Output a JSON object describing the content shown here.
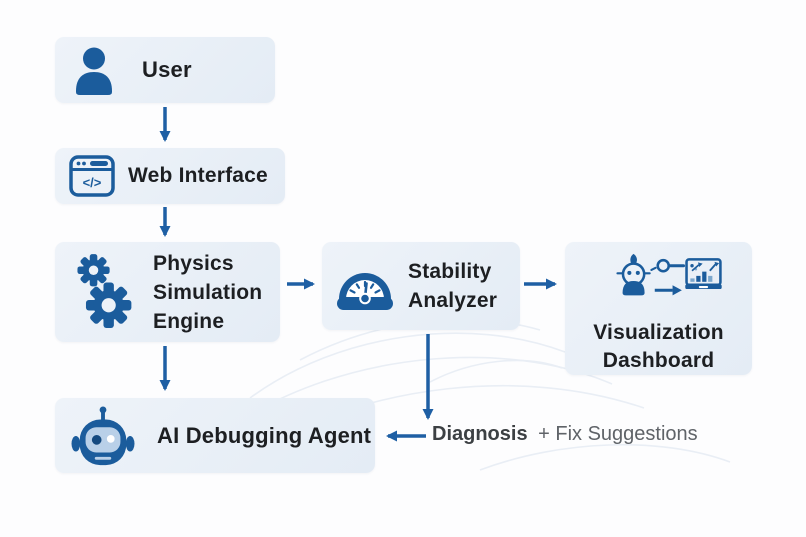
{
  "colors": {
    "accent_blue": "#1b5c9c",
    "arrow_blue": "#1e5fa4",
    "node_background": "#e8eef6",
    "text_dark": "#1d1f22",
    "text_gray": "#5f6368"
  },
  "nodes": {
    "user": {
      "label": "User",
      "icon": "user-icon"
    },
    "web_interface": {
      "label": "Web Interface",
      "icon": "browser-code-icon",
      "icon_text": "</>"
    },
    "physics_engine": {
      "label": "Physics Simulation Engine",
      "icon": "gears-icon"
    },
    "stability_analyzer": {
      "label": "Stability Analyzer",
      "icon": "gauge-icon"
    },
    "visualization_dashboard": {
      "label": "Visualization Dashboard",
      "icon": "robot-key-monitor-icon"
    },
    "ai_debugging_agent": {
      "label": "AI Debugging Agent",
      "icon": "robot-icon"
    }
  },
  "edges": [
    {
      "from": "user",
      "to": "web_interface"
    },
    {
      "from": "web_interface",
      "to": "physics_engine"
    },
    {
      "from": "physics_engine",
      "to": "stability_analyzer"
    },
    {
      "from": "stability_analyzer",
      "to": "visualization_dashboard"
    },
    {
      "from": "physics_engine",
      "to": "ai_debugging_agent"
    },
    {
      "from": "stability_analyzer",
      "to": "ai_debugging_agent",
      "label": "Diagnosis + Fix Suggestions"
    }
  ],
  "annotations": {
    "diagnosis": "Diagnosis",
    "fix_suggestions": "+ Fix Suggestions"
  }
}
